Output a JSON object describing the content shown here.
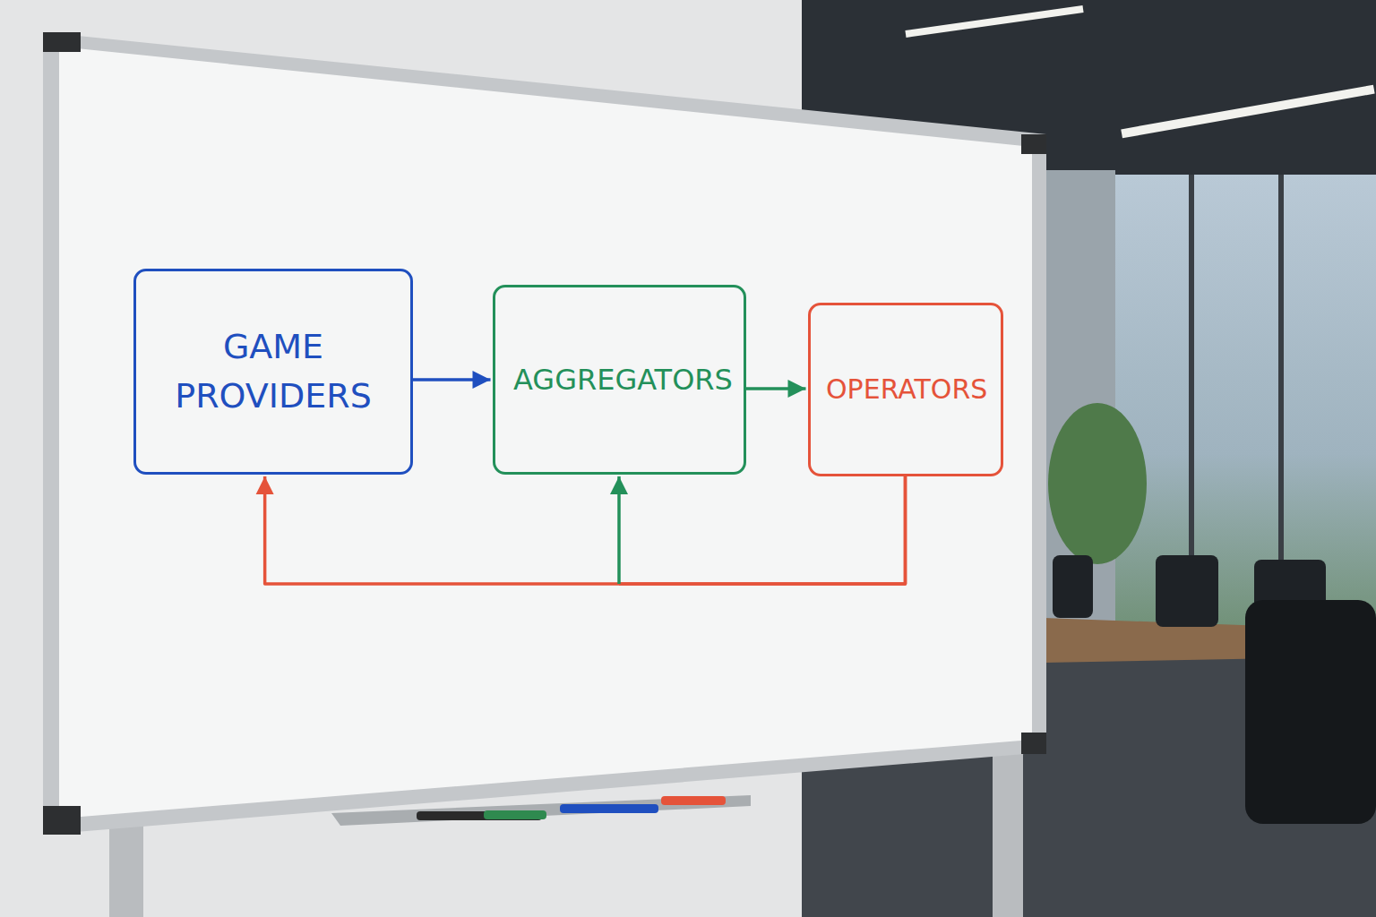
{
  "diagram": {
    "nodes": [
      {
        "text": [
          "GAME PROVIDERS"
        ]
      },
      {
        "text": [
          "AGGREGATORS"
        ]
      },
      {
        "text": [
          "OPERATORS"
        ]
      }
    ],
    "edges": [
      {
        "from": 0,
        "to": 1,
        "arrow": "to"
      },
      {
        "from": 1,
        "to": 2,
        "arrow": "to"
      },
      {
        "from": 2,
        "to": 0,
        "arrow": "to"
      },
      {
        "from": 2,
        "to": 1,
        "arrow": "to"
      }
    ]
  }
}
